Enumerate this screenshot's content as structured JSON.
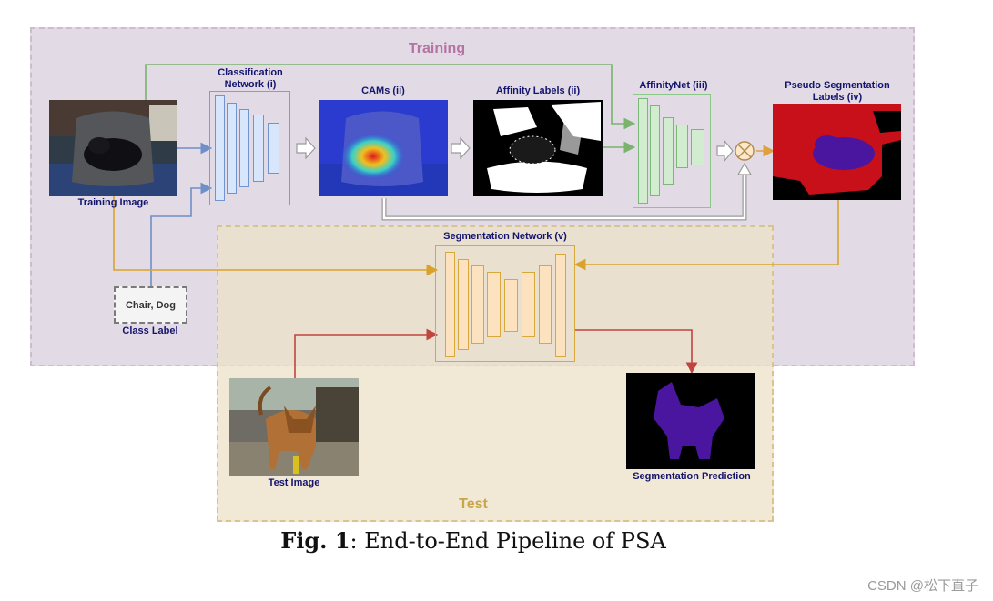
{
  "regions": {
    "training": "Training",
    "test": "Test"
  },
  "labels": {
    "training_image": "Training Image",
    "classification_network": "Classification\nNetwork (i)",
    "cams": "CAMs (ii)",
    "affinity_labels": "Affinity Labels (ii)",
    "affinitynet": "AffinityNet (iii)",
    "pseudo_segmentation": "Pseudo Segmentation\nLabels (iv)",
    "segmentation_network": "Segmentation Network (v)",
    "class_label": "Class Label",
    "class_label_value": "Chair, Dog",
    "test_image": "Test Image",
    "segmentation_prediction": "Segmentation Prediction"
  },
  "caption": {
    "prefix": "Fig. 1",
    "text": ": End-to-End Pipeline of PSA"
  },
  "watermark": "CSDN @松下直子",
  "colors": {
    "training_bg": "#e2dbe5",
    "test_bg": "#ece2c8",
    "training_title": "#b573a3",
    "test_title": "#c8a64a",
    "classification_net": "#7a9fd6",
    "affinity_net": "#8cc78a",
    "segmentation_net": "#d9a83a",
    "label_text": "#14146e",
    "pseudo_red": "#c8101a",
    "segment_purple": "#4a16a0"
  }
}
